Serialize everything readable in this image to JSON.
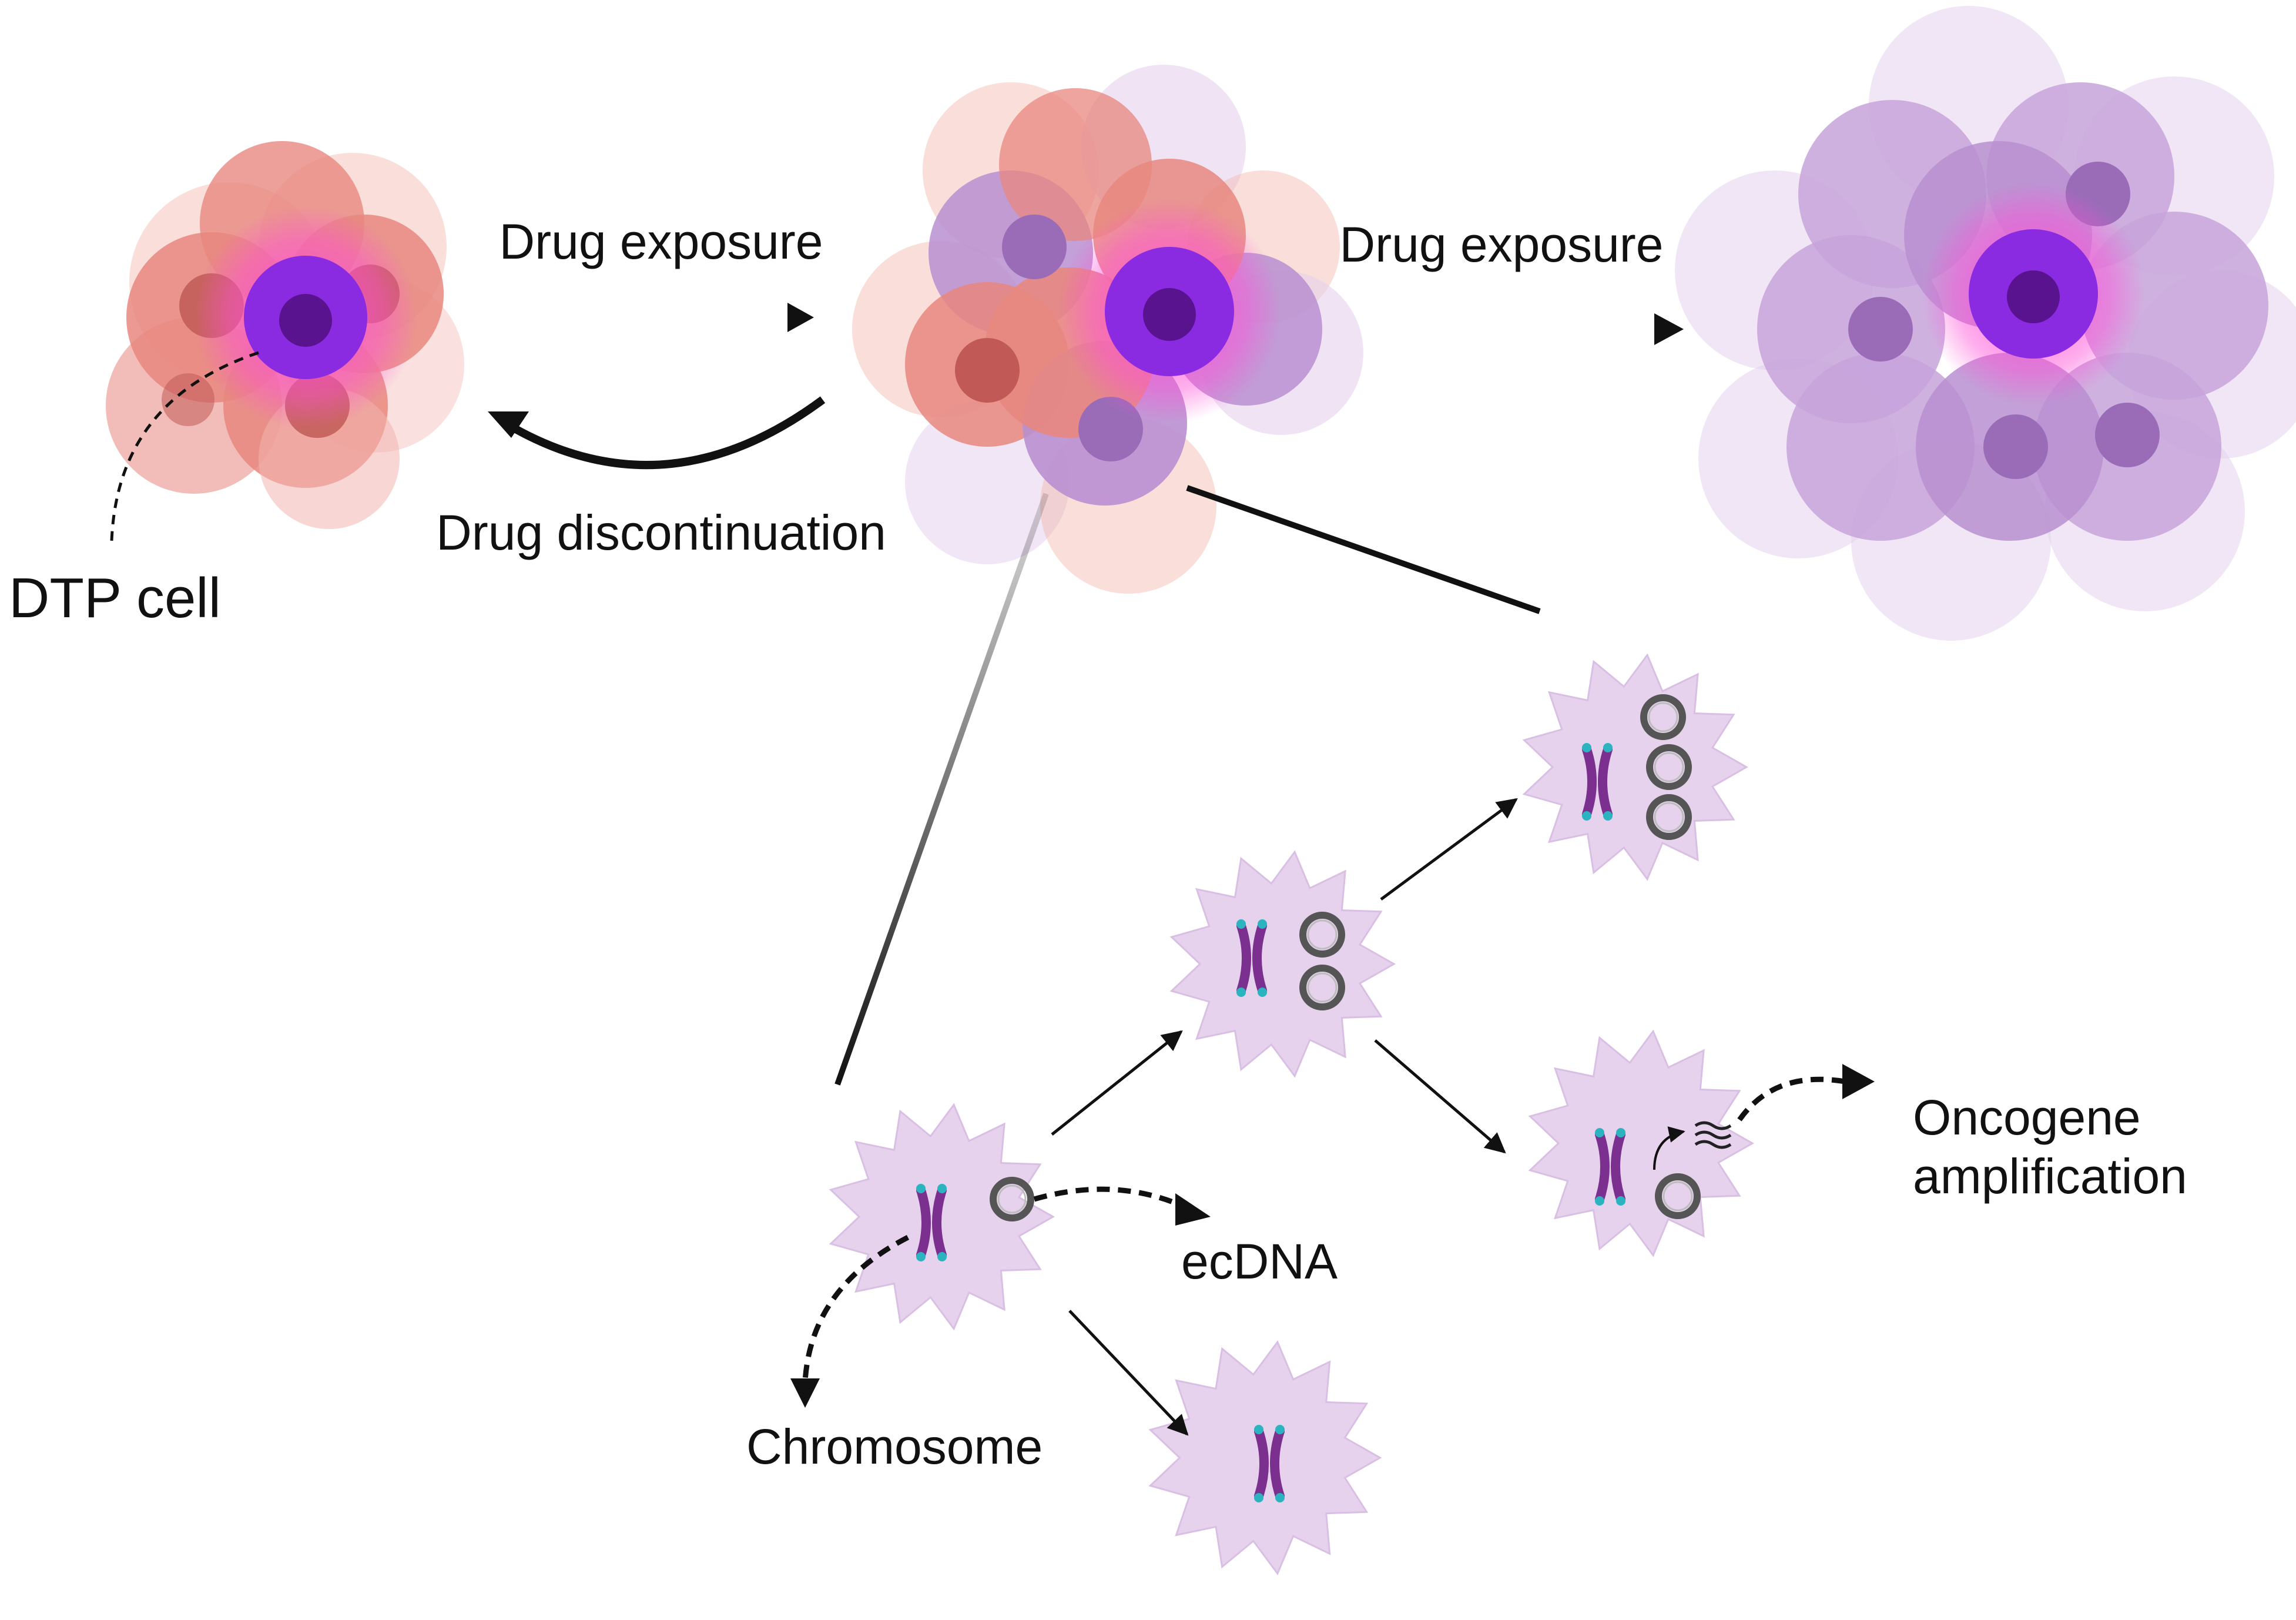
{
  "labels": {
    "dtp_cell": "DTP cell",
    "drug_exposure_1": "Drug exposure",
    "drug_exposure_2": "Drug exposure",
    "drug_discontinuation": "Drug discontinuation",
    "ecdna": "ecDNA",
    "chromosome": "Chromosome",
    "oncogene_line1": "Oncogene",
    "oncogene_line2": "amplification"
  },
  "colors": {
    "sensitive_cell": "#e8877f",
    "sensitive_cell_dark": "#c15a56",
    "resistant_cell": "#b98fd0",
    "resistant_cell_light": "#e6d2ec",
    "dtp_core": "#8a2be2",
    "dtp_glow": "#ff4fd8",
    "ecdna_ring": "#555555",
    "chromosome": "#7b2f8e",
    "telomere": "#2bb3c0",
    "arrow": "#111111"
  },
  "icons": [
    "chromosome-icon",
    "ecdna-icon",
    "oncogene-wave-icon"
  ]
}
